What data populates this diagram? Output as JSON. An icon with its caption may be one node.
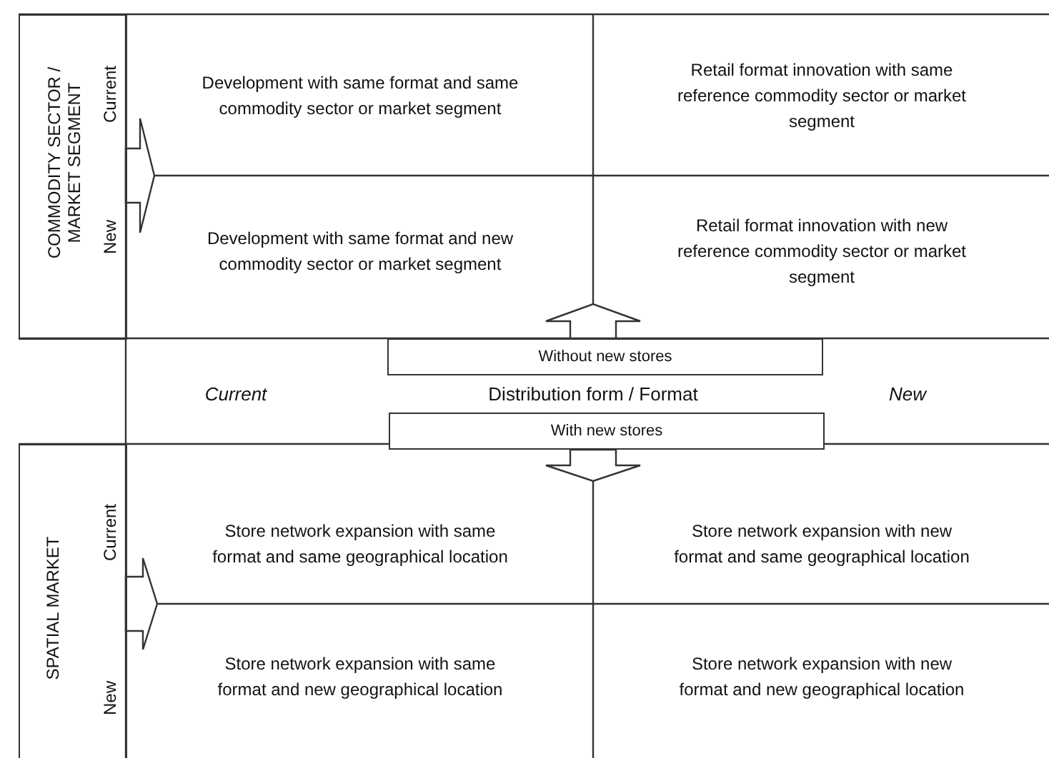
{
  "diagram": {
    "nodes": [
      {
        "text": [
          "COMMODITY SECTOR / MARKET SEGMENT",
          "Current",
          "New"
        ]
      },
      {
        "text": [
          "Development with same format and same commodity sector or market segment"
        ]
      },
      {
        "text": [
          "Retail format innovation with same reference commodity sector or market segment"
        ]
      },
      {
        "text": [
          "Development with same format and new commodity sector or market segment"
        ]
      },
      {
        "text": [
          "Retail format innovation with new reference commodity sector or market segment"
        ]
      },
      {
        "text": [
          "Without new stores"
        ]
      },
      {
        "text": [
          "With new stores"
        ]
      },
      {
        "text": [
          "SPATIAL MARKET",
          "Current",
          "New"
        ]
      },
      {
        "text": [
          "Store network expansion with same format and same geographical location"
        ]
      },
      {
        "text": [
          "Store network expansion with new format and same geographical location"
        ]
      },
      {
        "text": [
          "Store network expansion with same format and new geographical location"
        ]
      },
      {
        "text": [
          "Store network expansion with new format and new geographical location"
        ]
      }
    ],
    "edges": [
      {
        "from": 0,
        "to": null,
        "arrow": "to"
      },
      {
        "from": 5,
        "to": null,
        "arrow": "to"
      },
      {
        "from": 6,
        "to": null,
        "arrow": "to"
      },
      {
        "from": 7,
        "to": null,
        "arrow": "to"
      }
    ],
    "labels": [
      "Current",
      "Distribution form / Format",
      "New"
    ]
  }
}
